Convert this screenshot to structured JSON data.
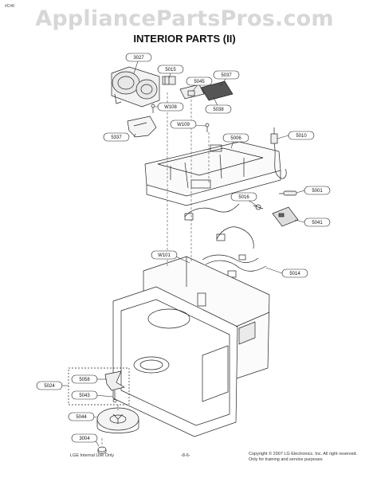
{
  "header": {
    "corner_code": "#C#8",
    "watermark": "AppliancePartsPros.com",
    "title": "INTERIOR PARTS (II)"
  },
  "parts": [
    {
      "id": "3027",
      "label": "3027"
    },
    {
      "id": "5015",
      "label": "5015"
    },
    {
      "id": "5045",
      "label": "5045"
    },
    {
      "id": "5037",
      "label": "5037"
    },
    {
      "id": "5038",
      "label": "5038"
    },
    {
      "id": "W108",
      "label": "W108"
    },
    {
      "id": "W109",
      "label": "W109"
    },
    {
      "id": "5337",
      "label": "5337"
    },
    {
      "id": "5006",
      "label": "5006"
    },
    {
      "id": "5010",
      "label": "5010"
    },
    {
      "id": "5016",
      "label": "5016"
    },
    {
      "id": "5001",
      "label": "5001"
    },
    {
      "id": "5041",
      "label": "5041"
    },
    {
      "id": "W101",
      "label": "W101"
    },
    {
      "id": "5014",
      "label": "5014"
    },
    {
      "id": "5024",
      "label": "5024"
    },
    {
      "id": "5058",
      "label": "5058"
    },
    {
      "id": "5043",
      "label": "5043"
    },
    {
      "id": "5044",
      "label": "5044"
    },
    {
      "id": "3004",
      "label": "3004"
    }
  ],
  "footer": {
    "left": "LGE Internal Use Only",
    "page": "-8-6-",
    "right_line1": "Copyright © 2007 LG Electronics. Inc. All right reserved.",
    "right_line2": "Only for training and service purposes"
  }
}
